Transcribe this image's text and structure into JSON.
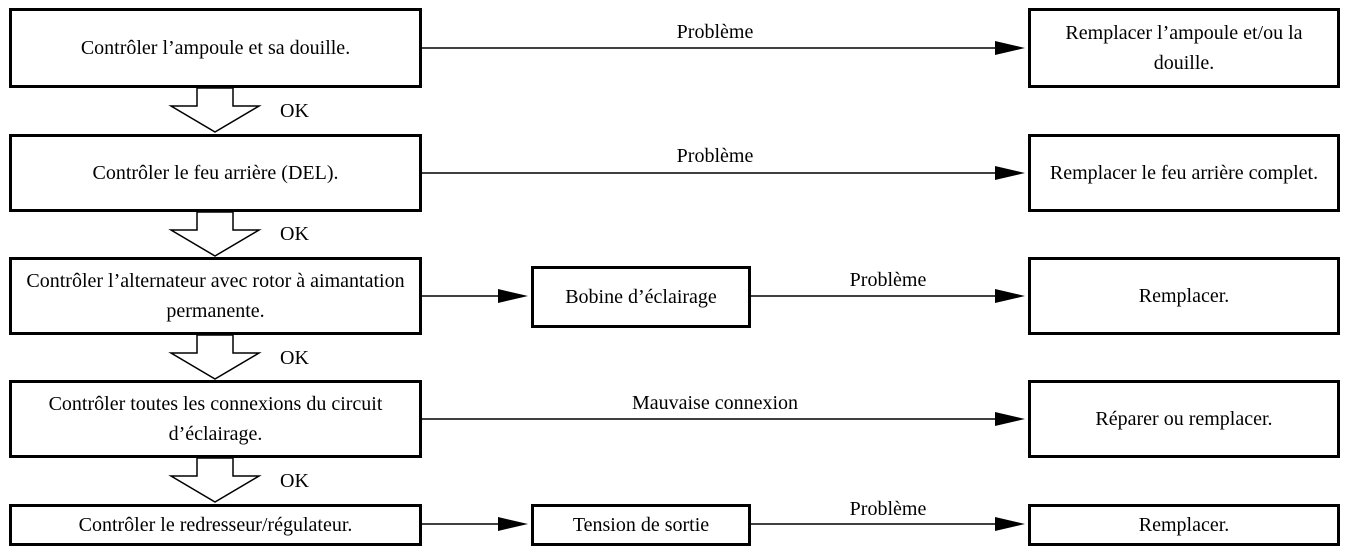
{
  "rows": [
    {
      "step": "Contrôler l’ampoule et sa douille.",
      "edge_label": "Problème",
      "action": "Remplacer l’ampoule et/ou la douille."
    },
    {
      "step": "Contrôler le feu arrière (DEL).",
      "edge_label": "Problème",
      "action": "Remplacer le feu arrière complet."
    },
    {
      "step": "Contrôler l’alternateur avec rotor à aimantation permanente.",
      "sub_step": "Bobine d’éclairage",
      "edge_label": "Problème",
      "action": "Remplacer."
    },
    {
      "step": "Contrôler toutes les connexions du circuit d’éclairage.",
      "edge_label": "Mauvaise connexion",
      "action": "Réparer ou remplacer."
    },
    {
      "step": "Contrôler le redresseur/régulateur.",
      "sub_step": "Tension de sortie",
      "edge_label": "Problème",
      "action": "Remplacer."
    }
  ],
  "ok_label": "OK"
}
